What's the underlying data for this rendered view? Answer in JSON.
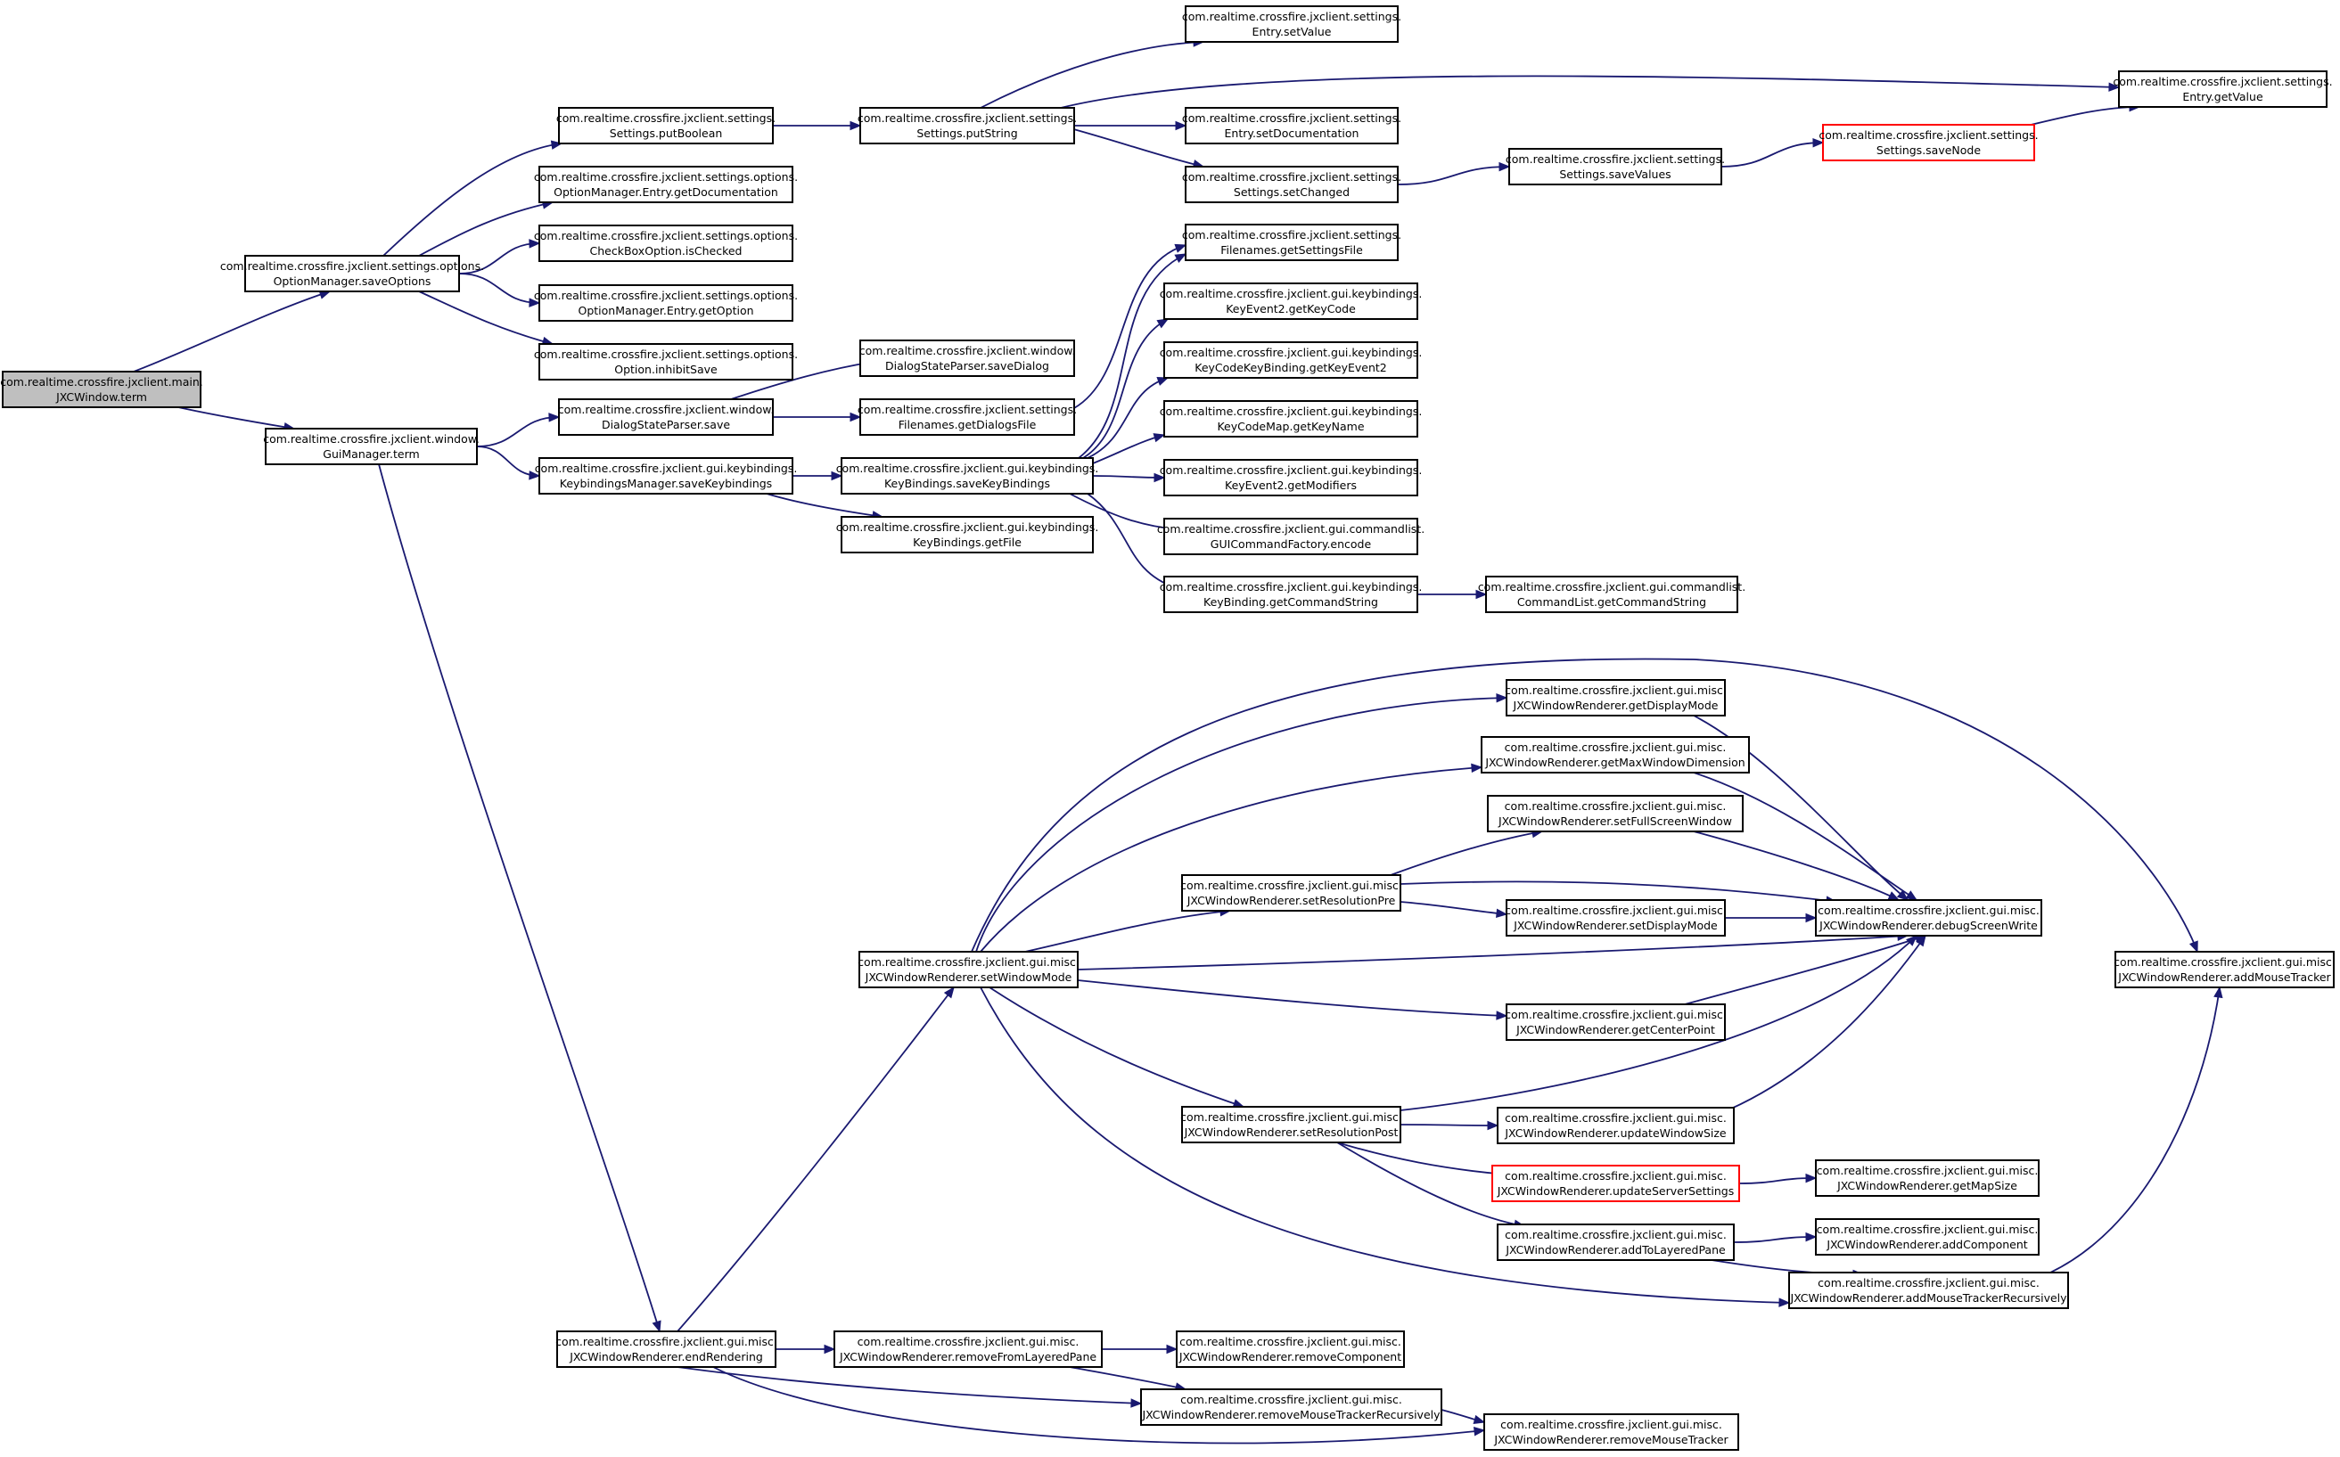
{
  "colors": {
    "edge": "#191970",
    "node_border": "#000000",
    "truncated_border": "#ff0000",
    "root_fill": "#bfbfbf",
    "node_fill": "#ffffff"
  },
  "nodes": [
    {
      "id": "root",
      "line1": "com.realtime.crossfire.jxclient.main.",
      "line2": "JXCWindow.term",
      "style": "root"
    },
    {
      "id": "saveOptions",
      "line1": "com.realtime.crossfire.jxclient.settings.options.",
      "line2": "OptionManager.saveOptions",
      "style": "normal"
    },
    {
      "id": "putBoolean",
      "line1": "com.realtime.crossfire.jxclient.settings.",
      "line2": "Settings.putBoolean",
      "style": "normal"
    },
    {
      "id": "getDocumentationOM",
      "line1": "com.realtime.crossfire.jxclient.settings.options.",
      "line2": "OptionManager.Entry.getDocumentation",
      "style": "normal"
    },
    {
      "id": "isChecked",
      "line1": "com.realtime.crossfire.jxclient.settings.options.",
      "line2": "CheckBoxOption.isChecked",
      "style": "normal"
    },
    {
      "id": "getOption",
      "line1": "com.realtime.crossfire.jxclient.settings.options.",
      "line2": "OptionManager.Entry.getOption",
      "style": "normal"
    },
    {
      "id": "inhibitSave",
      "line1": "com.realtime.crossfire.jxclient.settings.options.",
      "line2": "Option.inhibitSave",
      "style": "normal"
    },
    {
      "id": "putString",
      "line1": "com.realtime.crossfire.jxclient.settings.",
      "line2": "Settings.putString",
      "style": "normal"
    },
    {
      "id": "setValue",
      "line1": "com.realtime.crossfire.jxclient.settings.",
      "line2": "Entry.setValue",
      "style": "normal"
    },
    {
      "id": "getValue",
      "line1": "com.realtime.crossfire.jxclient.settings.",
      "line2": "Entry.getValue",
      "style": "normal"
    },
    {
      "id": "setDocumentation",
      "line1": "com.realtime.crossfire.jxclient.settings.",
      "line2": "Entry.setDocumentation",
      "style": "normal"
    },
    {
      "id": "setChanged",
      "line1": "com.realtime.crossfire.jxclient.settings.",
      "line2": "Settings.setChanged",
      "style": "normal"
    },
    {
      "id": "saveValues",
      "line1": "com.realtime.crossfire.jxclient.settings.",
      "line2": "Settings.saveValues",
      "style": "normal"
    },
    {
      "id": "saveNode",
      "line1": "com.realtime.crossfire.jxclient.settings.",
      "line2": "Settings.saveNode",
      "style": "truncated"
    },
    {
      "id": "guiTerm",
      "line1": "com.realtime.crossfire.jxclient.window.",
      "line2": "GuiManager.term",
      "style": "normal"
    },
    {
      "id": "dspSave",
      "line1": "com.realtime.crossfire.jxclient.window.",
      "line2": "DialogStateParser.save",
      "style": "normal"
    },
    {
      "id": "saveDialog",
      "line1": "com.realtime.crossfire.jxclient.window.",
      "line2": "DialogStateParser.saveDialog",
      "style": "normal"
    },
    {
      "id": "getDialogsFile",
      "line1": "com.realtime.crossfire.jxclient.settings.",
      "line2": "Filenames.getDialogsFile",
      "style": "normal"
    },
    {
      "id": "getSettingsFile",
      "line1": "com.realtime.crossfire.jxclient.settings.",
      "line2": "Filenames.getSettingsFile",
      "style": "normal"
    },
    {
      "id": "kmSaveKeybindings",
      "line1": "com.realtime.crossfire.jxclient.gui.keybindings.",
      "line2": "KeybindingsManager.saveKeybindings",
      "style": "normal"
    },
    {
      "id": "kbSaveKeyBindings",
      "line1": "com.realtime.crossfire.jxclient.gui.keybindings.",
      "line2": "KeyBindings.saveKeyBindings",
      "style": "normal"
    },
    {
      "id": "getFile",
      "line1": "com.realtime.crossfire.jxclient.gui.keybindings.",
      "line2": "KeyBindings.getFile",
      "style": "normal"
    },
    {
      "id": "getKeyCode",
      "line1": "com.realtime.crossfire.jxclient.gui.keybindings.",
      "line2": "KeyEvent2.getKeyCode",
      "style": "normal"
    },
    {
      "id": "getKeyEvent2",
      "line1": "com.realtime.crossfire.jxclient.gui.keybindings.",
      "line2": "KeyCodeKeyBinding.getKeyEvent2",
      "style": "normal"
    },
    {
      "id": "getKeyName",
      "line1": "com.realtime.crossfire.jxclient.gui.keybindings.",
      "line2": "KeyCodeMap.getKeyName",
      "style": "normal"
    },
    {
      "id": "getModifiers",
      "line1": "com.realtime.crossfire.jxclient.gui.keybindings.",
      "line2": "KeyEvent2.getModifiers",
      "style": "normal"
    },
    {
      "id": "encode",
      "line1": "com.realtime.crossfire.jxclient.gui.commandlist.",
      "line2": "GUICommandFactory.encode",
      "style": "normal"
    },
    {
      "id": "kbGetCommandString",
      "line1": "com.realtime.crossfire.jxclient.gui.keybindings.",
      "line2": "KeyBinding.getCommandString",
      "style": "normal"
    },
    {
      "id": "clGetCommandString",
      "line1": "com.realtime.crossfire.jxclient.gui.commandlist.",
      "line2": "CommandList.getCommandString",
      "style": "normal"
    },
    {
      "id": "endRendering",
      "line1": "com.realtime.crossfire.jxclient.gui.misc.",
      "line2": "JXCWindowRenderer.endRendering",
      "style": "normal"
    },
    {
      "id": "setWindowMode",
      "line1": "com.realtime.crossfire.jxclient.gui.misc.",
      "line2": "JXCWindowRenderer.setWindowMode",
      "style": "normal"
    },
    {
      "id": "getDisplayMode",
      "line1": "com.realtime.crossfire.jxclient.gui.misc.",
      "line2": "JXCWindowRenderer.getDisplayMode",
      "style": "normal"
    },
    {
      "id": "getMaxWindowDimension",
      "line1": "com.realtime.crossfire.jxclient.gui.misc.",
      "line2": "JXCWindowRenderer.getMaxWindowDimension",
      "style": "normal"
    },
    {
      "id": "setFullScreenWindow",
      "line1": "com.realtime.crossfire.jxclient.gui.misc.",
      "line2": "JXCWindowRenderer.setFullScreenWindow",
      "style": "normal"
    },
    {
      "id": "setResolutionPre",
      "line1": "com.realtime.crossfire.jxclient.gui.misc.",
      "line2": "JXCWindowRenderer.setResolutionPre",
      "style": "normal"
    },
    {
      "id": "setDisplayMode",
      "line1": "com.realtime.crossfire.jxclient.gui.misc.",
      "line2": "JXCWindowRenderer.setDisplayMode",
      "style": "normal"
    },
    {
      "id": "debugScreenWrite",
      "line1": "com.realtime.crossfire.jxclient.gui.misc.",
      "line2": "JXCWindowRenderer.debugScreenWrite",
      "style": "normal"
    },
    {
      "id": "addMouseTracker",
      "line1": "com.realtime.crossfire.jxclient.gui.misc.",
      "line2": "JXCWindowRenderer.addMouseTracker",
      "style": "normal"
    },
    {
      "id": "getCenterPoint",
      "line1": "com.realtime.crossfire.jxclient.gui.misc.",
      "line2": "JXCWindowRenderer.getCenterPoint",
      "style": "normal"
    },
    {
      "id": "setResolutionPost",
      "line1": "com.realtime.crossfire.jxclient.gui.misc.",
      "line2": "JXCWindowRenderer.setResolutionPost",
      "style": "normal"
    },
    {
      "id": "updateWindowSize",
      "line1": "com.realtime.crossfire.jxclient.gui.misc.",
      "line2": "JXCWindowRenderer.updateWindowSize",
      "style": "normal"
    },
    {
      "id": "updateServerSettings",
      "line1": "com.realtime.crossfire.jxclient.gui.misc.",
      "line2": "JXCWindowRenderer.updateServerSettings",
      "style": "truncated"
    },
    {
      "id": "getMapSize",
      "line1": "com.realtime.crossfire.jxclient.gui.misc.",
      "line2": "JXCWindowRenderer.getMapSize",
      "style": "normal"
    },
    {
      "id": "addToLayeredPane",
      "line1": "com.realtime.crossfire.jxclient.gui.misc.",
      "line2": "JXCWindowRenderer.addToLayeredPane",
      "style": "normal"
    },
    {
      "id": "addComponent",
      "line1": "com.realtime.crossfire.jxclient.gui.misc.",
      "line2": "JXCWindowRenderer.addComponent",
      "style": "normal"
    },
    {
      "id": "addMouseTrackerRecursively",
      "line1": "com.realtime.crossfire.jxclient.gui.misc.",
      "line2": "JXCWindowRenderer.addMouseTrackerRecursively",
      "style": "normal"
    },
    {
      "id": "removeFromLayeredPane",
      "line1": "com.realtime.crossfire.jxclient.gui.misc.",
      "line2": "JXCWindowRenderer.removeFromLayeredPane",
      "style": "normal"
    },
    {
      "id": "removeComponent",
      "line1": "com.realtime.crossfire.jxclient.gui.misc.",
      "line2": "JXCWindowRenderer.removeComponent",
      "style": "normal"
    },
    {
      "id": "removeMouseTrackerRecursively",
      "line1": "com.realtime.crossfire.jxclient.gui.misc.",
      "line2": "JXCWindowRenderer.removeMouseTrackerRecursively",
      "style": "normal"
    },
    {
      "id": "removeMouseTracker",
      "line1": "com.realtime.crossfire.jxclient.gui.misc.",
      "line2": "JXCWindowRenderer.removeMouseTracker",
      "style": "normal"
    }
  ],
  "edges": [
    [
      "root",
      "saveOptions"
    ],
    [
      "root",
      "guiTerm"
    ],
    [
      "saveOptions",
      "putBoolean"
    ],
    [
      "saveOptions",
      "getDocumentationOM"
    ],
    [
      "saveOptions",
      "isChecked"
    ],
    [
      "saveOptions",
      "getOption"
    ],
    [
      "saveOptions",
      "inhibitSave"
    ],
    [
      "putBoolean",
      "putString"
    ],
    [
      "putString",
      "setValue"
    ],
    [
      "putString",
      "getValue"
    ],
    [
      "putString",
      "setDocumentation"
    ],
    [
      "putString",
      "setChanged"
    ],
    [
      "setChanged",
      "saveValues"
    ],
    [
      "saveValues",
      "saveNode"
    ],
    [
      "saveNode",
      "getValue"
    ],
    [
      "guiTerm",
      "dspSave"
    ],
    [
      "guiTerm",
      "kmSaveKeybindings"
    ],
    [
      "guiTerm",
      "endRendering"
    ],
    [
      "dspSave",
      "saveDialog"
    ],
    [
      "dspSave",
      "getDialogsFile"
    ],
    [
      "getDialogsFile",
      "getSettingsFile"
    ],
    [
      "kmSaveKeybindings",
      "kbSaveKeyBindings"
    ],
    [
      "kmSaveKeybindings",
      "getFile"
    ],
    [
      "kbSaveKeyBindings",
      "getSettingsFile"
    ],
    [
      "kbSaveKeyBindings",
      "getKeyCode"
    ],
    [
      "kbSaveKeyBindings",
      "getKeyEvent2"
    ],
    [
      "kbSaveKeyBindings",
      "getKeyName"
    ],
    [
      "kbSaveKeyBindings",
      "getModifiers"
    ],
    [
      "kbSaveKeyBindings",
      "encode"
    ],
    [
      "kbSaveKeyBindings",
      "kbGetCommandString"
    ],
    [
      "kbGetCommandString",
      "clGetCommandString"
    ],
    [
      "endRendering",
      "setWindowMode"
    ],
    [
      "endRendering",
      "removeFromLayeredPane"
    ],
    [
      "endRendering",
      "removeMouseTrackerRecursively"
    ],
    [
      "endRendering",
      "removeMouseTracker"
    ],
    [
      "setWindowMode",
      "getDisplayMode"
    ],
    [
      "setWindowMode",
      "getMaxWindowDimension"
    ],
    [
      "setWindowMode",
      "addMouseTracker"
    ],
    [
      "setWindowMode",
      "setResolutionPre"
    ],
    [
      "setWindowMode",
      "debugScreenWrite"
    ],
    [
      "setWindowMode",
      "getCenterPoint"
    ],
    [
      "setWindowMode",
      "setResolutionPost"
    ],
    [
      "setWindowMode",
      "addMouseTrackerRecursively"
    ],
    [
      "getDisplayMode",
      "debugScreenWrite"
    ],
    [
      "getMaxWindowDimension",
      "debugScreenWrite"
    ],
    [
      "setFullScreenWindow",
      "debugScreenWrite"
    ],
    [
      "setResolutionPre",
      "setFullScreenWindow"
    ],
    [
      "setResolutionPre",
      "debugScreenWrite"
    ],
    [
      "setResolutionPre",
      "setDisplayMode"
    ],
    [
      "setDisplayMode",
      "debugScreenWrite"
    ],
    [
      "getCenterPoint",
      "debugScreenWrite"
    ],
    [
      "setResolutionPost",
      "debugScreenWrite"
    ],
    [
      "setResolutionPost",
      "updateWindowSize"
    ],
    [
      "setResolutionPost",
      "updateServerSettings"
    ],
    [
      "setResolutionPost",
      "addToLayeredPane"
    ],
    [
      "updateWindowSize",
      "debugScreenWrite"
    ],
    [
      "updateServerSettings",
      "getMapSize"
    ],
    [
      "addToLayeredPane",
      "addComponent"
    ],
    [
      "addToLayeredPane",
      "addMouseTrackerRecursively"
    ],
    [
      "addMouseTrackerRecursively",
      "addMouseTracker"
    ],
    [
      "removeFromLayeredPane",
      "removeComponent"
    ],
    [
      "removeFromLayeredPane",
      "removeMouseTrackerRecursively"
    ],
    [
      "removeMouseTrackerRecursively",
      "removeMouseTracker"
    ]
  ]
}
